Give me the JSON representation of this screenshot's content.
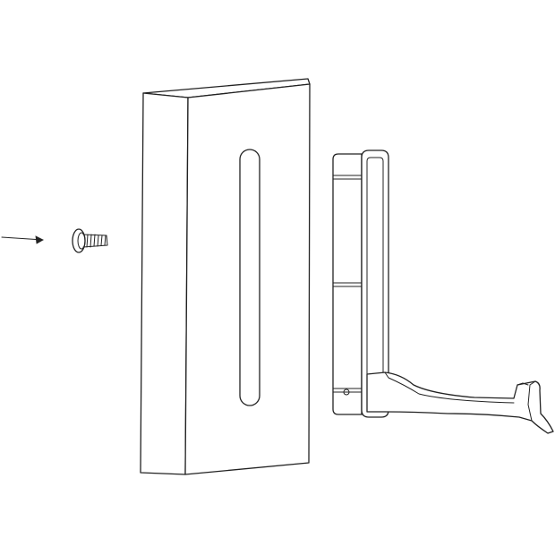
{
  "diagram": {
    "parts": [
      {
        "id": "screw",
        "icon": "screw-icon"
      },
      {
        "id": "wall-panel",
        "icon": "panel-icon"
      },
      {
        "id": "hook-bracket",
        "icon": "hook-icon"
      }
    ],
    "arrow": {
      "icon": "arrow-right-icon"
    },
    "colors": {
      "line": "#222222",
      "background": "#ffffff"
    }
  }
}
